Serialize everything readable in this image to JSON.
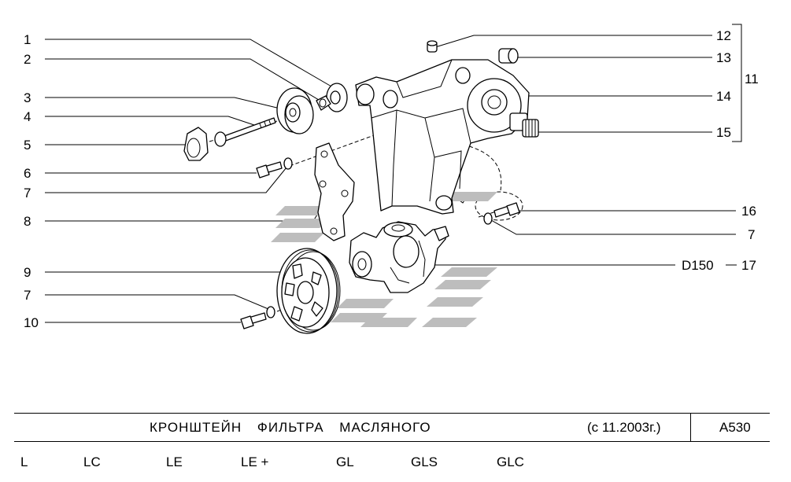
{
  "callouts": {
    "c1": "1",
    "c2": "2",
    "c3": "3",
    "c4": "4",
    "c5": "5",
    "c6": "6",
    "c7a": "7",
    "c8": "8",
    "c9": "9",
    "c7b": "7",
    "c10": "10",
    "c12": "12",
    "c13": "13",
    "c11": "11",
    "c14": "14",
    "c15": "15",
    "c16": "16",
    "c7c": "7",
    "c17": "17",
    "c17_spec": "D150"
  },
  "title_bar": {
    "title": "КРОНШТЕЙН ФИЛЬТРА МАСЛЯНОГО",
    "date": "(с 11.2003г.)",
    "code": "A530"
  },
  "trim_levels": [
    "L",
    "LC",
    "LE",
    "LE +",
    "GL",
    "GLS",
    "GLC"
  ]
}
